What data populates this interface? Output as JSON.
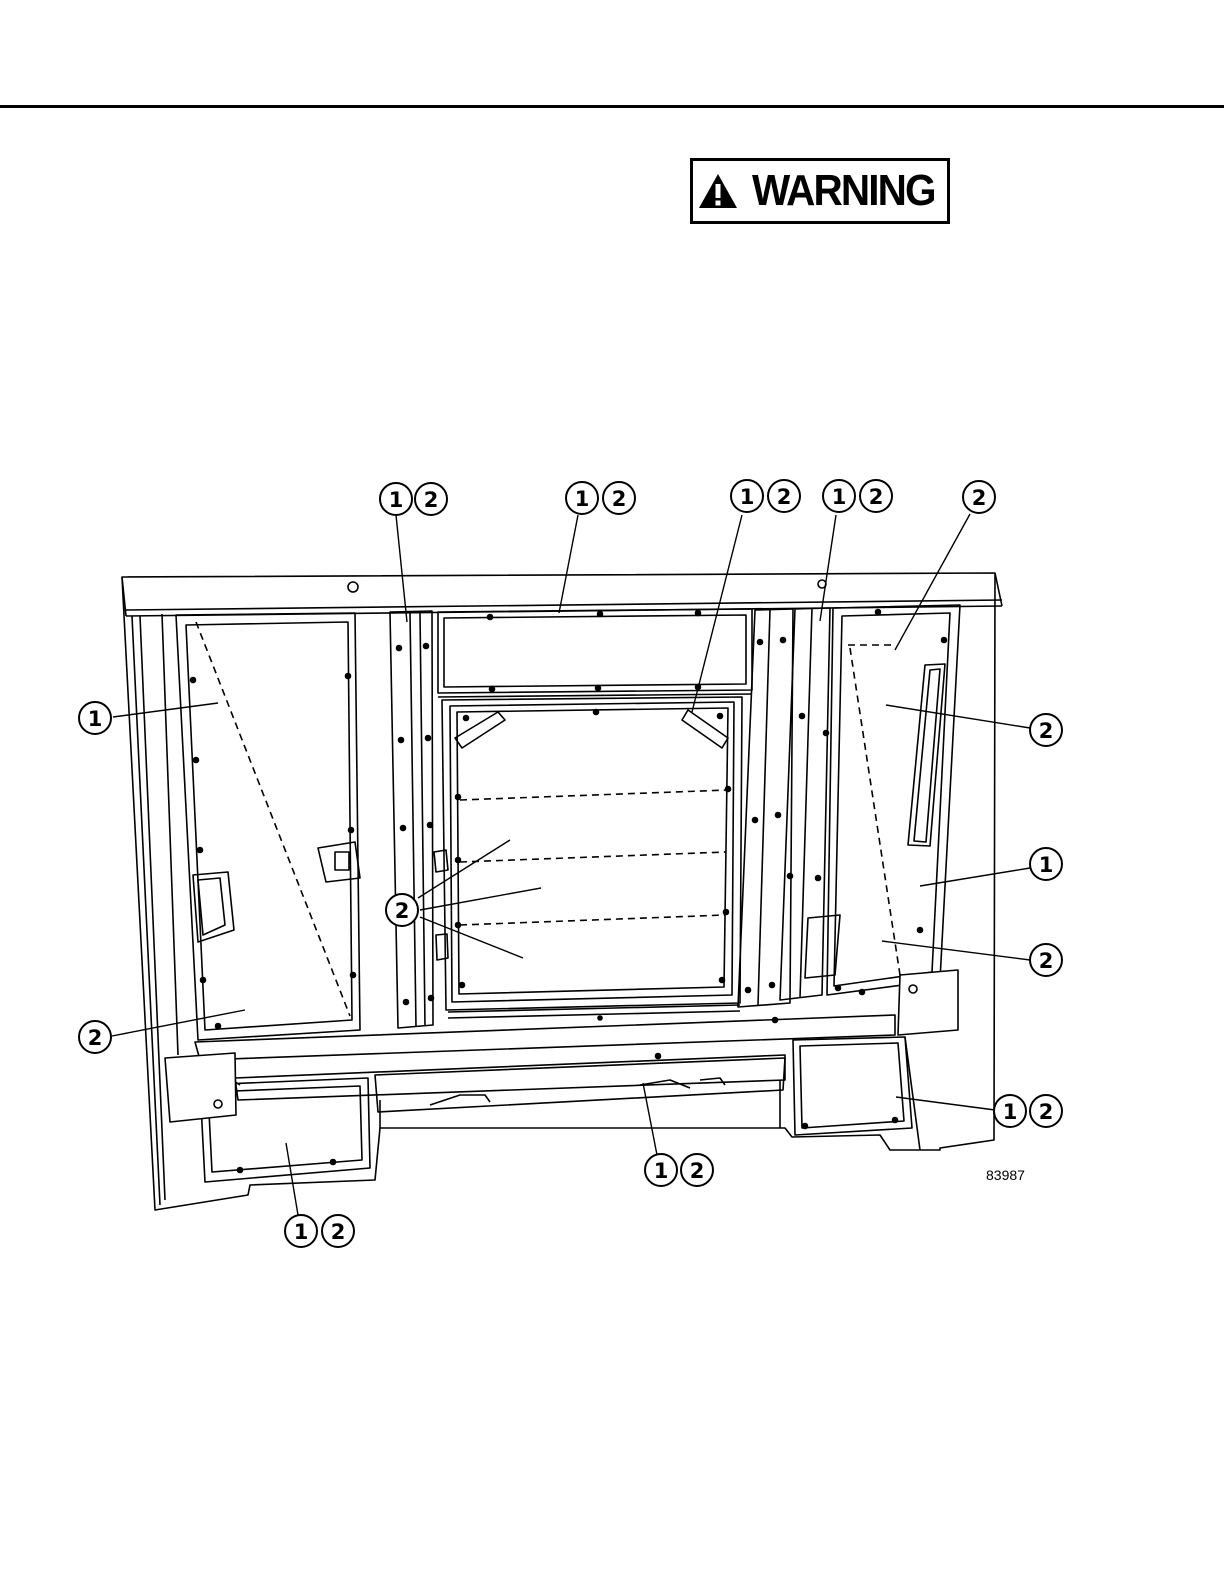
{
  "warning": {
    "label": "WARNING",
    "icon": "warning-triangle-icon"
  },
  "callouts": {
    "one": "1",
    "two": "2"
  },
  "figure_number": "83987"
}
